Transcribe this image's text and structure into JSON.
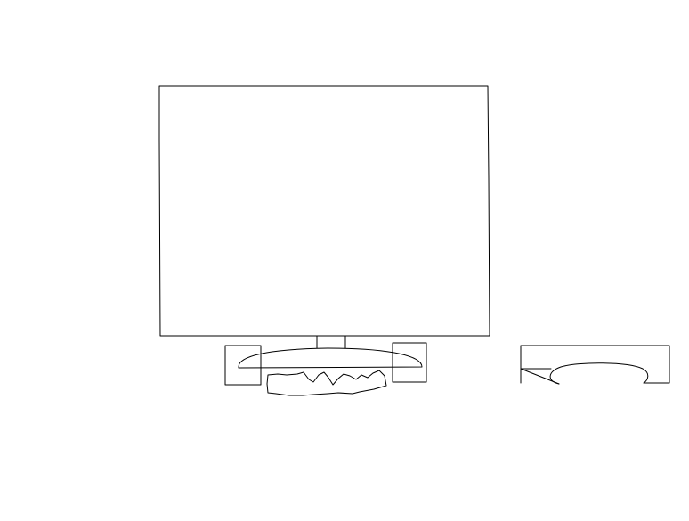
{
  "canvas": {
    "background": "#ffffff",
    "stroke_color": "#000000"
  },
  "drawing": {
    "parts": [
      "monitor-screen",
      "monitor-neck",
      "left-speaker",
      "right-speaker",
      "keyboard",
      "mouse",
      "telephone"
    ]
  }
}
